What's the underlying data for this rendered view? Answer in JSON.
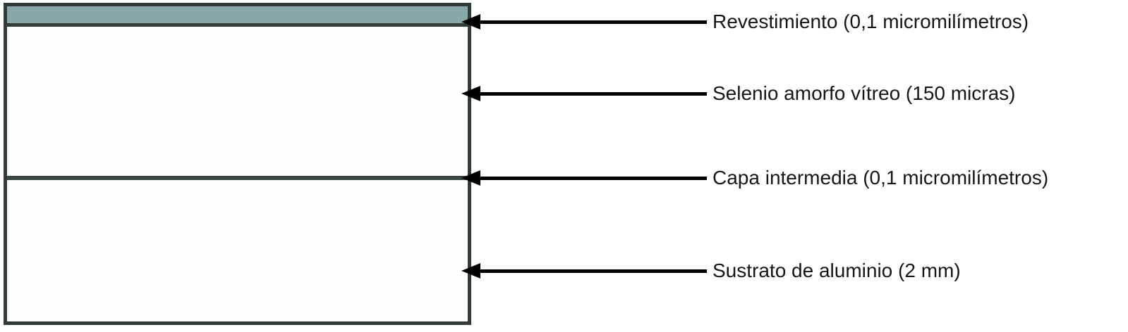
{
  "diagram": {
    "type": "layer-stack-cross-section",
    "layers": [
      {
        "id": "revestimiento",
        "label": "Revestimiento (0,1 micromilímetros)",
        "fill": "#88a8a5"
      },
      {
        "id": "selenio",
        "label": "Selenio amorfo vítreo (150 micras)",
        "fill": "#ffffff"
      },
      {
        "id": "capa-intermedia",
        "label": "Capa intermedia (0,1 micromilímetros)",
        "fill": "#3a4643"
      },
      {
        "id": "sustrato",
        "label": "Sustrato de aluminio (2 mm)",
        "fill": "#ffffff"
      }
    ],
    "colors": {
      "box_border": "#313b39",
      "coating_fill": "#88a8a5",
      "divider": "#3a4643",
      "arrow": "#000000",
      "text": "#161616",
      "background": "#ffffff"
    }
  }
}
